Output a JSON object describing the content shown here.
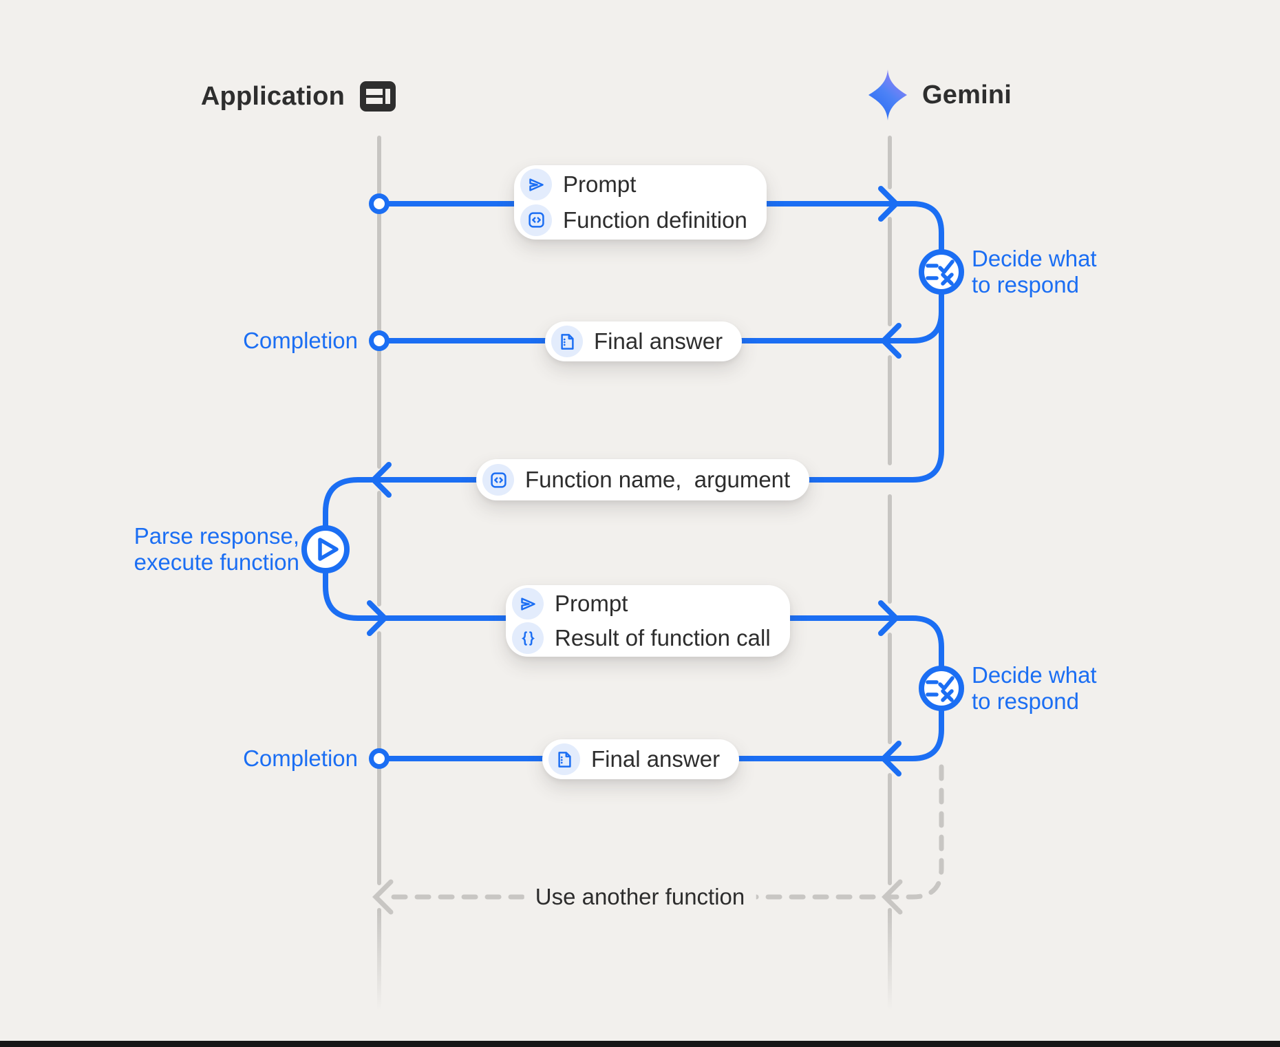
{
  "actors": {
    "application": {
      "label": "Application",
      "icon": "app-window-icon"
    },
    "gemini": {
      "label": "Gemini",
      "icon": "gemini-sparkle-icon"
    }
  },
  "messages": {
    "prompt_1": {
      "direction": "application-to-gemini",
      "lines": [
        {
          "icon": "send-icon",
          "label": "Prompt"
        },
        {
          "icon": "code-icon",
          "label": "Function definition"
        }
      ]
    },
    "final_answer_1": {
      "direction": "gemini-to-application",
      "lines": [
        {
          "icon": "document-icon",
          "label": "Final answer"
        }
      ]
    },
    "function_name": {
      "direction": "gemini-to-application",
      "lines": [
        {
          "icon": "code-icon",
          "label": "Function name,  argument"
        }
      ]
    },
    "prompt_2": {
      "direction": "application-to-gemini",
      "lines": [
        {
          "icon": "send-icon",
          "label": "Prompt"
        },
        {
          "icon": "braces-icon",
          "label": "Result of function call"
        }
      ]
    },
    "final_answer_2": {
      "direction": "gemini-to-application",
      "lines": [
        {
          "icon": "document-icon",
          "label": "Final answer"
        }
      ]
    },
    "use_another": {
      "direction": "gemini-to-application",
      "style": "dashed",
      "label": "Use another function"
    }
  },
  "annotations": {
    "completion_1": "Completion",
    "completion_2": "Completion",
    "decide_1": "Decide what\nto respond",
    "decide_2": "Decide what\nto respond",
    "parse": "Parse response,\nexecute function"
  },
  "colors": {
    "background": "#f2f0ed",
    "flow_blue": "#1b6ef3",
    "chip_blue": "#e3ecfc",
    "lifeline_gray": "#c7c5c2",
    "dark_text": "#2d2d2d",
    "bottom_bar": "#161616"
  }
}
